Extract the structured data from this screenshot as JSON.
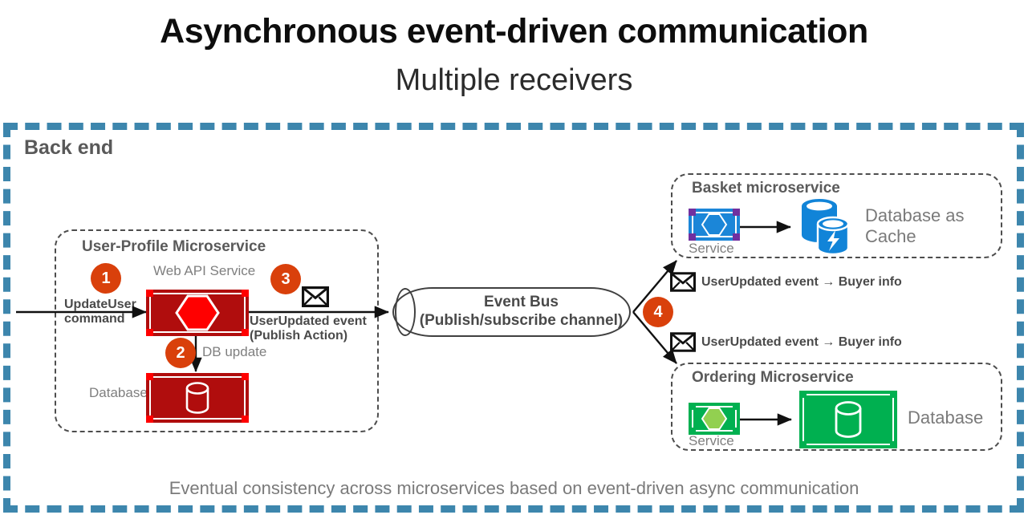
{
  "title": {
    "main": "Asynchronous event-driven communication",
    "sub": "Multiple receivers"
  },
  "backend": {
    "label": "Back end",
    "border_color": "#3d86ad"
  },
  "colors": {
    "accent_orange": "#d9400b",
    "dashed_blue": "#3d86ad",
    "red_dark": "#b00d0d",
    "red_bright": "#ff0000",
    "blue_service": "#1b86d8",
    "blue_db": "#1184d8",
    "purple_handle": "#7030a0",
    "green_service": "#00b050",
    "green_hex": "#92d050",
    "grey_text": "#7f7f7f",
    "dark_label": "#4a4a4a"
  },
  "user_profile": {
    "title": "User-Profile Microservice",
    "web_api_caption": "Web API Service",
    "database_caption": "Database",
    "db_update_caption": "DB update",
    "badges": {
      "one": "1",
      "two": "2",
      "three": "3"
    },
    "incoming_label_line1": "UpdateUser",
    "incoming_label_line2": "command",
    "outgoing_label_line1": "UserUpdated event",
    "outgoing_label_line2": "(Publish Action)",
    "envelope_icon": "envelope-icon"
  },
  "event_bus": {
    "line1": "Event Bus",
    "line2": "(Publish/subscribe channel)",
    "badge": "4"
  },
  "fanout": {
    "top_label": "UserUpdated event → Buyer info",
    "bottom_label": "UserUpdated event → Buyer info",
    "top_envelope_icon": "envelope-icon",
    "bottom_envelope_icon": "envelope-icon"
  },
  "basket": {
    "title": "Basket microservice",
    "service_caption": "Service",
    "database_caption_line1": "Database as",
    "database_caption_line2": "Cache"
  },
  "ordering": {
    "title": "Ordering Microservice",
    "service_caption": "Service",
    "database_caption": "Database"
  },
  "footer": {
    "note": "Eventual consistency across microservices based on event-driven async communication"
  }
}
